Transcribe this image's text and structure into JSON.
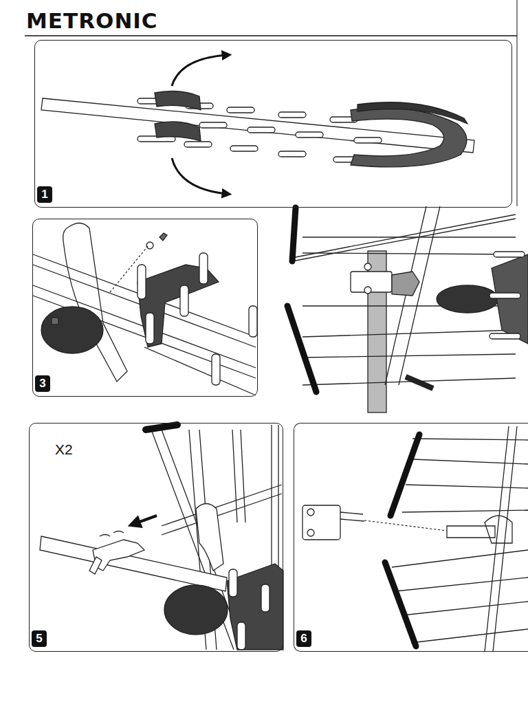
{
  "diagram": {
    "title": "METRONIC",
    "nodes": [
      {
        "text": [
          "1"
        ]
      },
      {
        "text": [
          "3"
        ]
      },
      {
        "text": [
          "X2",
          "5"
        ]
      },
      {
        "text": [
          "6"
        ]
      }
    ]
  }
}
